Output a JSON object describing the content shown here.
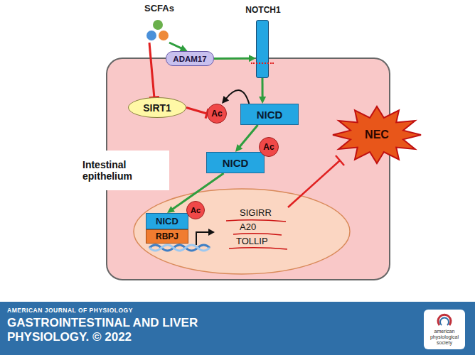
{
  "diagram": {
    "nodes": [
      {
        "text": [
          "SCFAs"
        ]
      },
      {
        "text": [
          "ADAM17"
        ]
      },
      {
        "text": [
          "NOTCH1"
        ]
      },
      {
        "text": [
          "Intestinal epithelium"
        ]
      },
      {
        "text": [
          "SIRT1"
        ],
        "in": 3
      },
      {
        "text": [
          "Ac"
        ],
        "in": 3
      },
      {
        "text": [
          "NICD"
        ],
        "in": 3
      },
      {
        "text": [
          "NICD"
        ],
        "in": 3
      },
      {
        "text": [
          "Ac"
        ],
        "in": 3
      },
      {
        "text": [
          "NICD"
        ],
        "in": 3
      },
      {
        "text": [
          "Ac"
        ],
        "in": 3
      },
      {
        "text": [
          "RBPJ"
        ],
        "in": 3
      },
      {
        "text": [
          "NEC"
        ]
      },
      {
        "text": [
          "AMERICAN JOURNAL OF PHYSIOLOGY",
          "GASTROINTESTINAL AND LIVER PHYSIOLOGY. © 2022"
        ]
      },
      {
        "text": [
          "american physiological society"
        ],
        "in": 13
      }
    ],
    "edges": [
      {
        "from": 0,
        "to": 1,
        "arrow": "to"
      },
      {
        "from": 0,
        "to": 4,
        "arrow": "to"
      },
      {
        "from": 1,
        "to": 2,
        "arrow": "to"
      },
      {
        "from": 2,
        "to": 6,
        "arrow": "to"
      },
      {
        "from": 4,
        "to": 5,
        "arrow": "to"
      },
      {
        "from": 6,
        "to": 5,
        "arrow": "to"
      },
      {
        "from": 6,
        "to": 7,
        "arrow": "to"
      },
      {
        "from": 7,
        "to": 9,
        "arrow": "to"
      }
    ],
    "labels": [
      "SIGIRR",
      "A20",
      "TOLLIP"
    ]
  }
}
